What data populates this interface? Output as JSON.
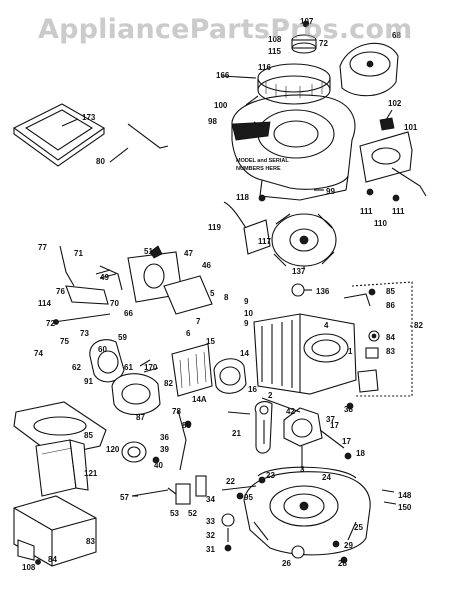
{
  "watermark": "AppliancePartsPros.com",
  "note": {
    "line1": "MODEL and SERIAL",
    "line2": "NUMBERS HERE"
  },
  "labels": {
    "l107": "107",
    "l72a": "72",
    "l68": "68",
    "l115": "115",
    "l108a": "108",
    "l116": "116",
    "l166": "166",
    "l173": "173",
    "l100": "100",
    "l102": "102",
    "l101": "101",
    "l98": "98",
    "l80": "80",
    "l99": "99",
    "l111a": "111",
    "l110": "110",
    "l111b": "111",
    "l118": "118",
    "l119": "119",
    "l117": "117",
    "l137": "137",
    "l77": "77",
    "l71": "71",
    "l51": "51",
    "l47": "47",
    "l46": "46",
    "l49": "49",
    "l5": "5",
    "l76": "76",
    "l70": "70",
    "l66": "66",
    "l114": "114",
    "l72b": "72",
    "l75": "75",
    "l74": "74",
    "l73": "73",
    "l60": "60",
    "l59": "59",
    "l136": "136",
    "l85a": "85",
    "l86": "86",
    "l82a": "82",
    "l84": "84",
    "l83a": "83",
    "l8": "8",
    "l9a": "9",
    "l10": "10",
    "l9b": "9",
    "l4": "4",
    "l6": "6",
    "l7": "7",
    "l15": "15",
    "l14": "14",
    "l1": "1",
    "l62": "62",
    "l61": "61",
    "l170": "170",
    "l91": "91",
    "l82b": "82",
    "l16": "16",
    "l2": "2",
    "l42": "42",
    "l37": "37",
    "l38": "38",
    "l14A": "14A",
    "l87": "87",
    "l78": "78",
    "l17a": "17",
    "l88": "88",
    "l21": "21",
    "l120": "120",
    "l36": "36",
    "l39": "39",
    "l40": "40",
    "l17b": "17",
    "l18": "18",
    "l85b": "85",
    "l121": "121",
    "l22": "22",
    "l23": "23",
    "l3": "3",
    "l24": "24",
    "l57": "57",
    "l34": "34",
    "l95": "95",
    "l53": "53",
    "l52": "52",
    "l148": "148",
    "l150": "150",
    "l25": "25",
    "l33": "33",
    "l32": "32",
    "l29": "29",
    "l83b": "83",
    "l31": "31",
    "l108b": "108",
    "l84b": "84",
    "l26": "26",
    "l28": "28"
  }
}
